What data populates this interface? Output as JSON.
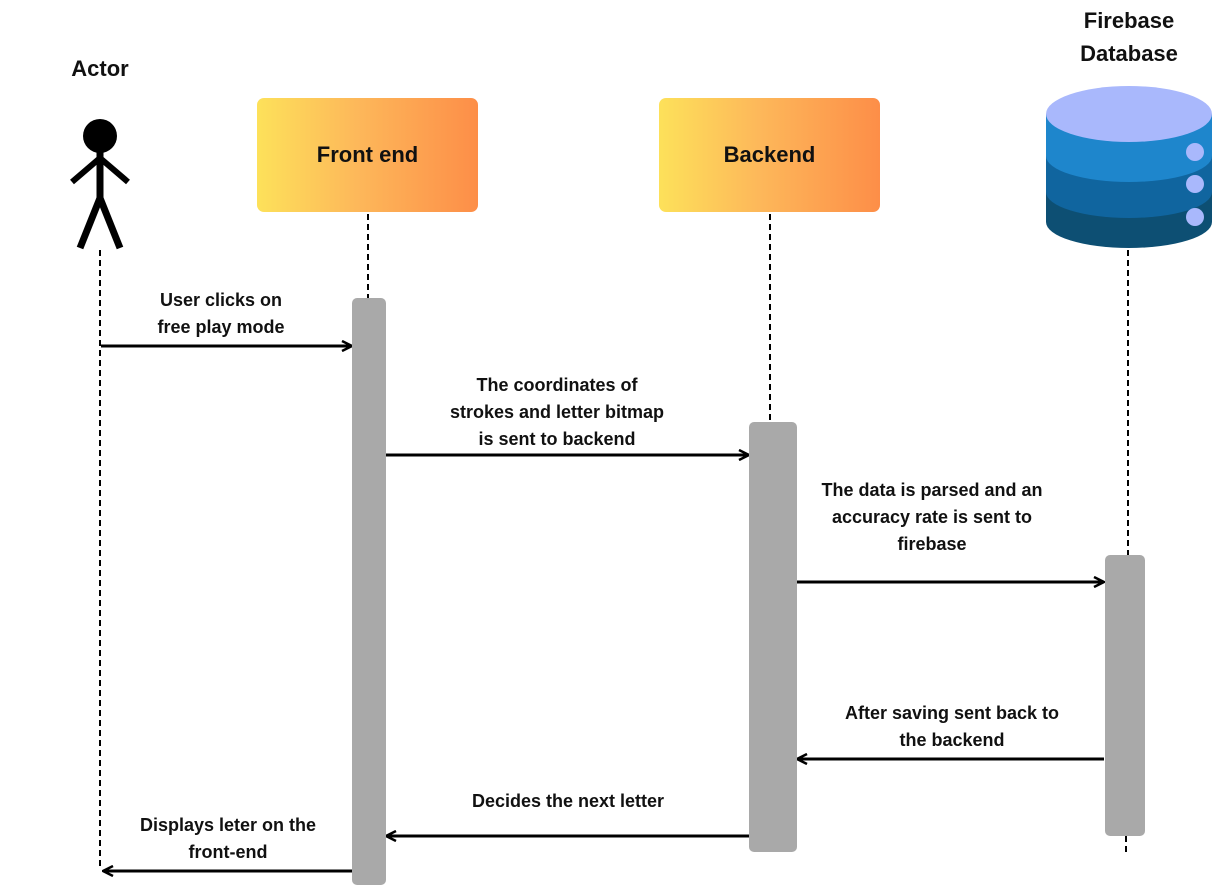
{
  "participants": {
    "actor": "Actor",
    "frontend": "Front end",
    "backend": "Backend",
    "database": "Firebase\nDatabase"
  },
  "messages": [
    {
      "text": "User  clicks on\nfree play mode"
    },
    {
      "text": "The coordinates of\nstrokes and letter bitmap\nis sent to backend"
    },
    {
      "text": "The data is parsed and an\naccuracy rate is sent to\nfirebase"
    },
    {
      "text": "After saving sent back to\nthe backend"
    },
    {
      "text": "Decides the next letter"
    },
    {
      "text": "Displays leter on the\nfront-end"
    }
  ],
  "colors": {
    "box_gradient": [
      "#fde15a",
      "#fd8e48"
    ],
    "activation": "#a9a9a9",
    "db_top": "#a9b8fc",
    "db_band1": "#1e86cc",
    "db_band2": "#10659f",
    "db_band3": "#0d4f73"
  }
}
